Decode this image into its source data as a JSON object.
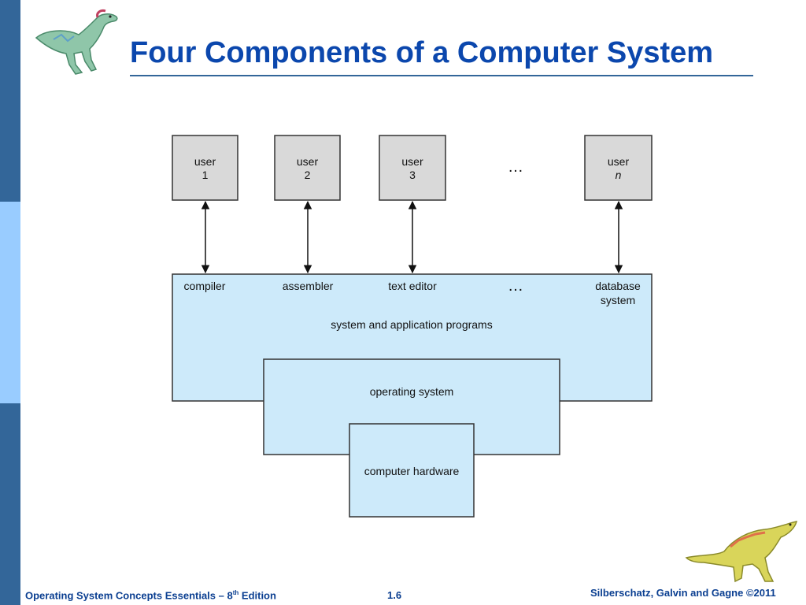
{
  "slide": {
    "title": "Four Components of a Computer System"
  },
  "diagram": {
    "users": [
      {
        "line1": "user",
        "line2": "1",
        "italic": false
      },
      {
        "line1": "user",
        "line2": "2",
        "italic": false
      },
      {
        "line1": "user",
        "line2": "3",
        "italic": false
      },
      {
        "line1": "user",
        "line2": "n",
        "italic": true
      }
    ],
    "ellipsis": "…",
    "programs": {
      "compiler": "compiler",
      "assembler": "assembler",
      "text_editor": "text editor",
      "database_line1": "database",
      "database_line2": "system"
    },
    "layers": {
      "applications": "system and application programs",
      "os": "operating system",
      "hardware": "computer hardware"
    },
    "colors": {
      "user_box": "#d9d9d9",
      "layer_fill": "#cdeafa"
    }
  },
  "footer": {
    "left_text": "Operating System Concepts Essentials – 8",
    "left_sup": "th",
    "left_suffix": " Edition",
    "page_number": "1.6",
    "right_text": "Silberschatz, Galvin and Gagne ©2011"
  }
}
